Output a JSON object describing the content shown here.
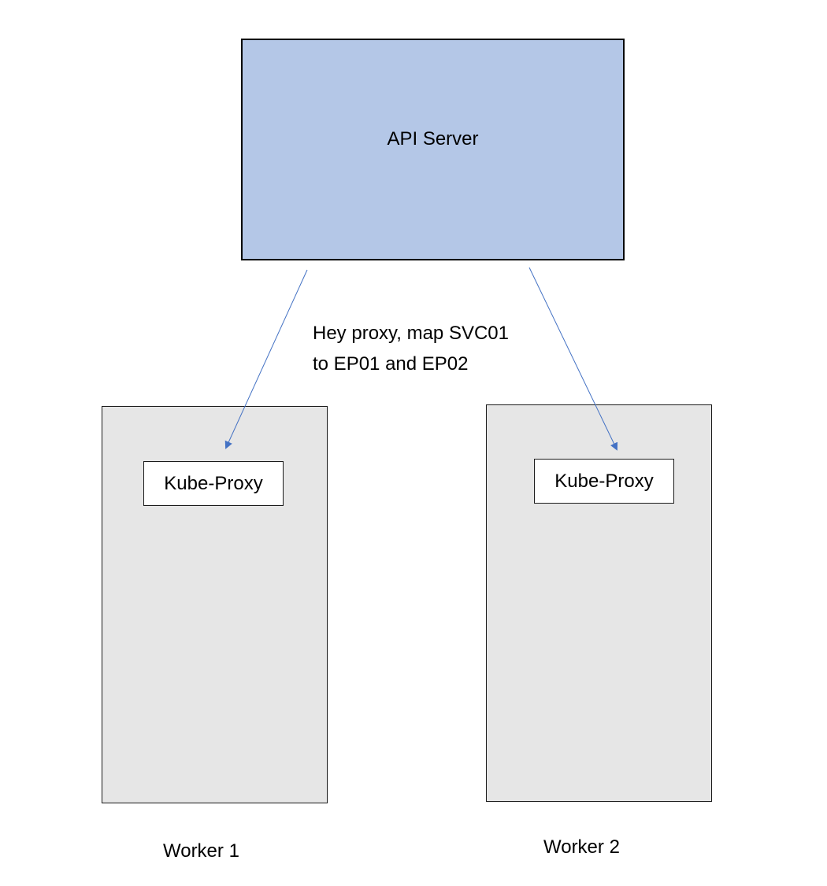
{
  "colors": {
    "api_server_fill": "#b4c7e7",
    "worker_fill": "#e6e6e6",
    "proxy_fill": "#ffffff",
    "arrow": "#4472c4"
  },
  "api_server": {
    "label": "API Server"
  },
  "annotation": {
    "line1": "Hey proxy, map SVC01",
    "line2": "to EP01 and EP02"
  },
  "workers": [
    {
      "label": "Worker 1",
      "proxy_label": "Kube-Proxy"
    },
    {
      "label": "Worker 2",
      "proxy_label": "Kube-Proxy"
    }
  ]
}
